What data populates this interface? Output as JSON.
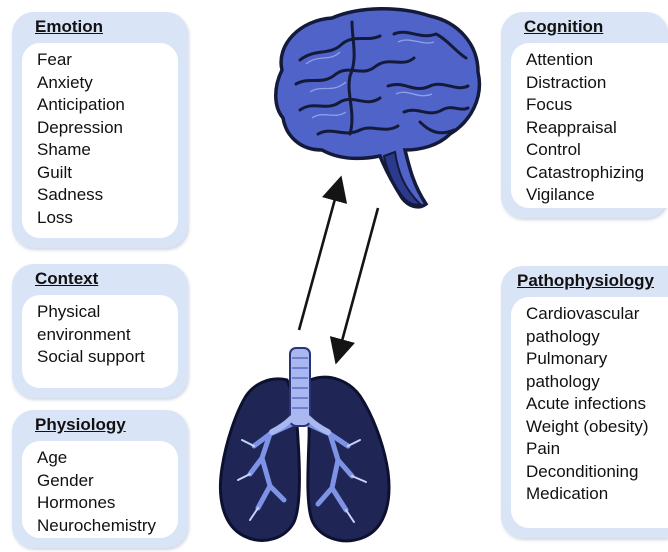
{
  "emotion": {
    "title": "Emotion",
    "items": [
      "Fear",
      "Anxiety",
      "Anticipation",
      "Depression",
      "Shame",
      "Guilt",
      "Sadness",
      "Loss"
    ]
  },
  "context": {
    "title": "Context",
    "items": [
      "Physical",
      "environment",
      "Social support"
    ]
  },
  "physiology": {
    "title": "Physiology",
    "items": [
      "Age",
      "Gender",
      "Hormones",
      "Neurochemistry"
    ]
  },
  "cognition": {
    "title": "Cognition",
    "items": [
      "Attention",
      "Distraction",
      "Focus",
      "Reappraisal",
      "Control",
      "Catastrophizing",
      "Vigilance"
    ]
  },
  "pathophysiology": {
    "title": "Pathophysiology",
    "items": [
      "Cardiovascular",
      "pathology",
      "Pulmonary",
      "pathology",
      "Acute infections",
      "Weight (obesity)",
      "Pain",
      "Deconditioning",
      "Medication"
    ]
  },
  "icons": {
    "brain": "brain-icon",
    "lungs": "lungs-icon",
    "arrow_up": "arrow-up-icon",
    "arrow_down": "arrow-down-icon"
  },
  "colors": {
    "card_outer": "#d9e5f6",
    "card_inner": "#ffffff",
    "organ_blue": "#4f63c8",
    "organ_dark": "#141a3a"
  }
}
